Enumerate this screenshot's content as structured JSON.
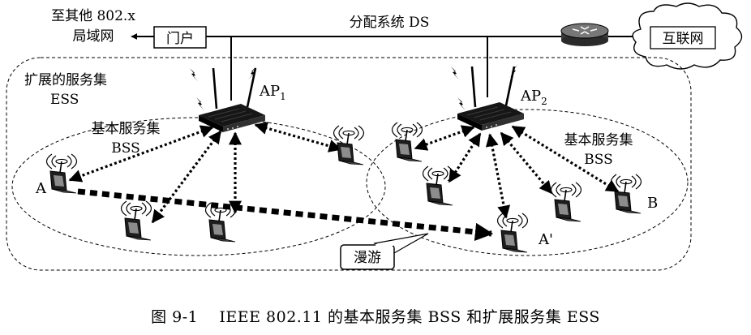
{
  "diagram": {
    "distribution_system_label": "分配系统 DS",
    "other_lan_label_line1": "至其他 802.x",
    "other_lan_label_line2": "局域网",
    "portal_label": "门户",
    "internet_label": "互联网",
    "ess_label_line1": "扩展的服务集",
    "ess_label_line2": "ESS",
    "bss_left_line1": "基本服务集",
    "bss_left_line2": "BSS",
    "bss_right_line1": "基本服务集",
    "bss_right_line2": "BSS",
    "ap1_label": "AP",
    "ap1_subscript": "1",
    "ap2_label": "AP",
    "ap2_subscript": "2",
    "station_a_label": "A",
    "station_a_prime_label": "A'",
    "station_b_label": "B",
    "roaming_label": "漫游"
  },
  "caption": "图 9-1    IEEE 802.11 的基本服务集 BSS 和扩展服务集 ESS"
}
